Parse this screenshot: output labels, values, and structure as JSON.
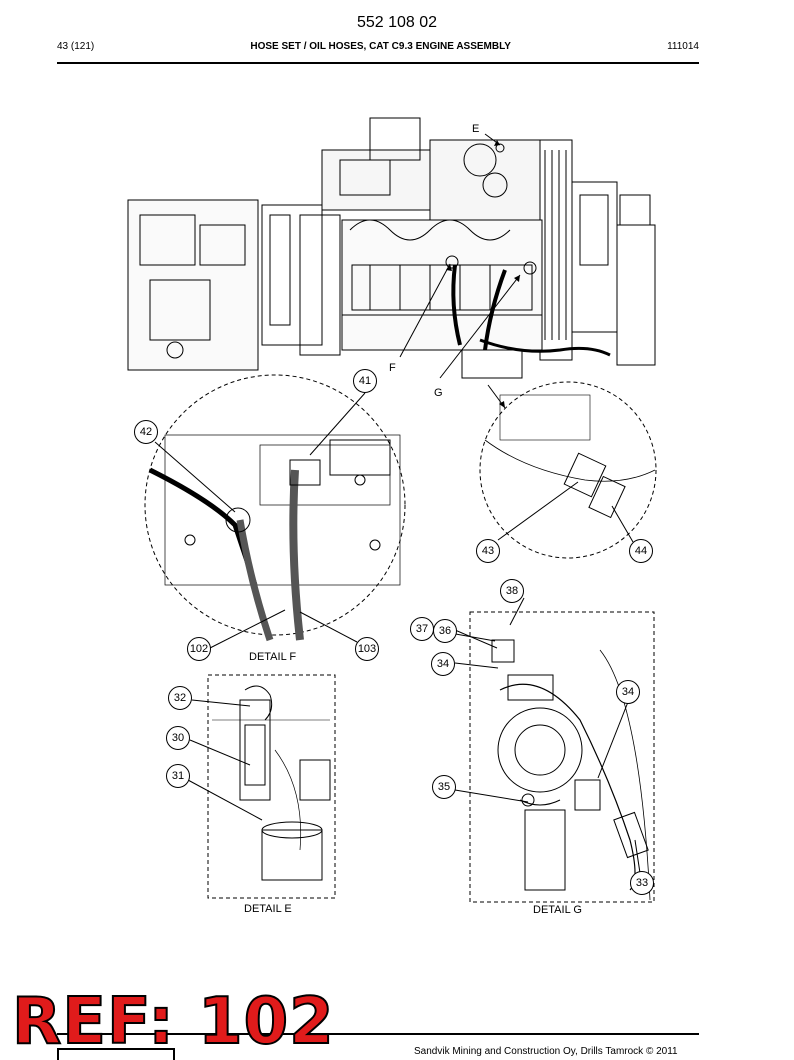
{
  "header": {
    "doc_number": "552 108 02",
    "page": "43 (121)",
    "title": "HOSE SET / OIL HOSES, CAT C9.3 ENGINE ASSEMBLY",
    "date_code": "111014"
  },
  "detail_letters": [
    "E",
    "F",
    "G"
  ],
  "details": {
    "f": "DETAIL F",
    "e": "DETAIL E",
    "g": "DETAIL G"
  },
  "callouts": {
    "c41": "41",
    "c42": "42",
    "c43": "43",
    "c44": "44",
    "c38": "38",
    "c37": "37",
    "c36": "36",
    "c34a": "34",
    "c34b": "34",
    "c102": "102",
    "c103": "103",
    "c32": "32",
    "c30": "30",
    "c31": "31",
    "c35": "35",
    "c33": "33"
  },
  "stamp": "REF: 102",
  "footer": "Sandvik Mining and Construction Oy, Drills Tamrock © 2011"
}
